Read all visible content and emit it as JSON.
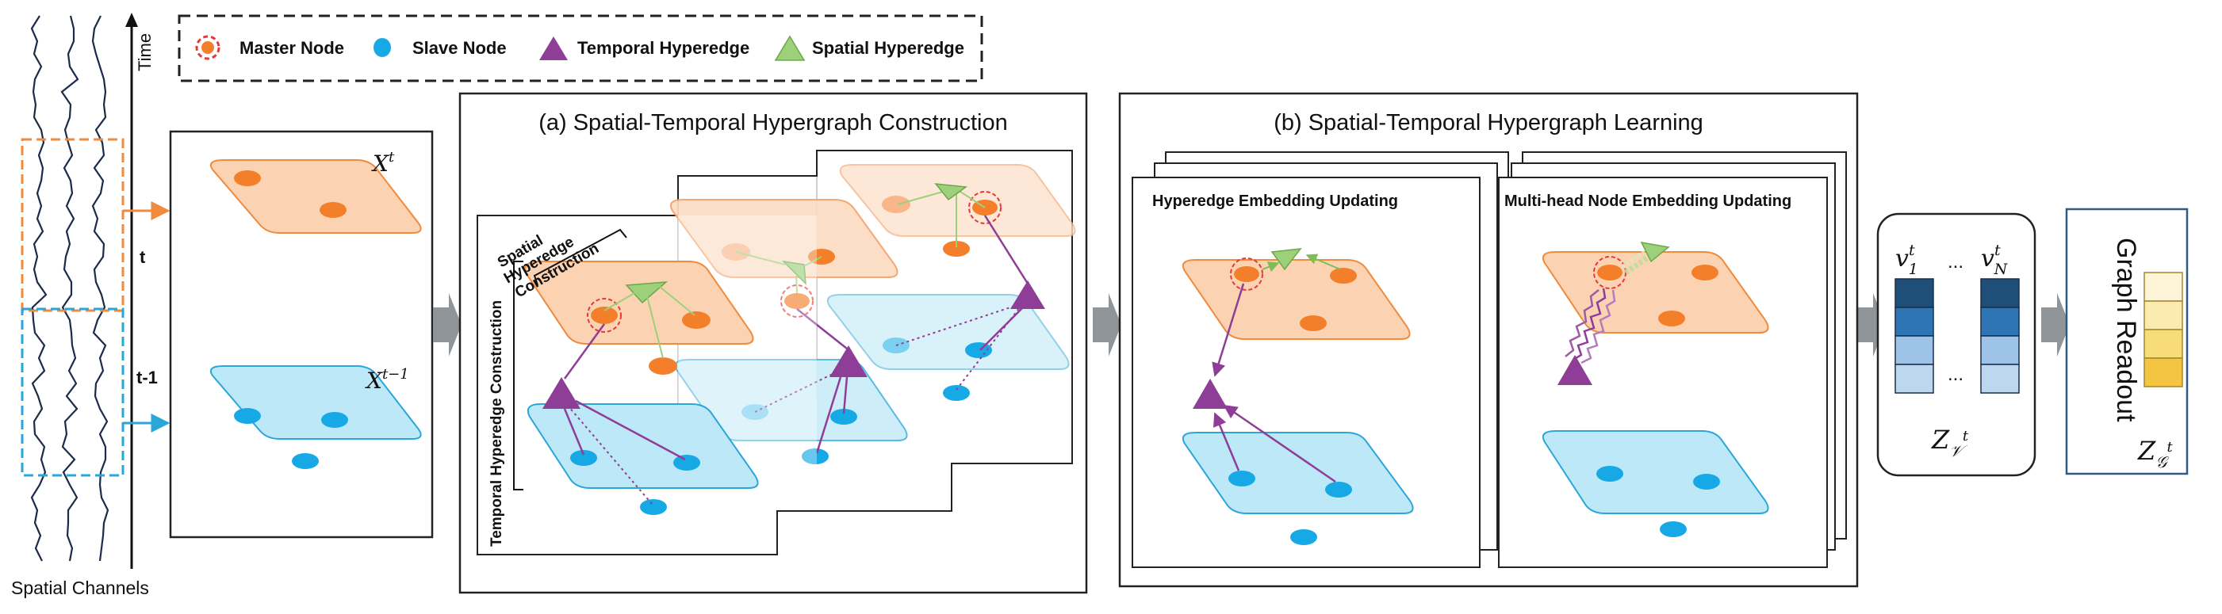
{
  "legend": {
    "master_node": "Master Node",
    "slave_node": "Slave Node",
    "temporal_hyperedge": "Temporal Hyperedge",
    "spatial_hyperedge": "Spatial Hyperedge"
  },
  "signals": {
    "time_label": "Time",
    "channels_label": "Spatial Channels",
    "t_label": "t",
    "t1_label": "t-1"
  },
  "input_panel": {
    "xt_base": "X",
    "xt_sup": "t",
    "xt1_base": "X",
    "xt1_sup": "t−1"
  },
  "panel_a": {
    "title": "(a) Spatial-Temporal  Hypergraph  Construction",
    "spatial_line1": "Spatial",
    "spatial_line2": "Hyperedge",
    "spatial_line3": "Construction",
    "temporal_label": "Temporal Hyperedge Construction"
  },
  "panel_b": {
    "title": "(b) Spatial-Temporal  Hypergraph  Learning",
    "hyperedge_update": "Hyperedge  Embedding Updating",
    "node_update": "Multi-head Node  Embedding Updating"
  },
  "output": {
    "v1_base": "v",
    "v1_sub": "1",
    "v1_sup": "t",
    "vn_base": "v",
    "vn_sub": "N",
    "vn_sup": "t",
    "dots_top": "...",
    "dots_bottom": "...",
    "zv_base": "Z",
    "zv_sub": "𝒱",
    "zv_sup": "t",
    "readout": "Graph  Readout",
    "zg_base": "Z",
    "zg_sub": "𝒢",
    "zg_sup": "t"
  },
  "colors": {
    "orange_fill": "#fbd3b3",
    "orange_stroke": "#f08a3c",
    "orange_node": "#f37f2b",
    "blue_fill": "#bde8f7",
    "blue_stroke": "#2aa6d8",
    "blue_node": "#16a9e6",
    "purple": "#8e3e96",
    "green": "#9dd07a",
    "gray_arrow": "#8f9598",
    "dark_blue": "#1f4e79",
    "mid_blue": "#2e75b6",
    "light_blue": "#9dc3e6",
    "pale_blue": "#bdd7ee",
    "yellow_dark": "#f4c542",
    "yellow_mid": "#f9dc7a",
    "yellow_light": "#fcebb0",
    "yellow_pale": "#fef5d8"
  }
}
